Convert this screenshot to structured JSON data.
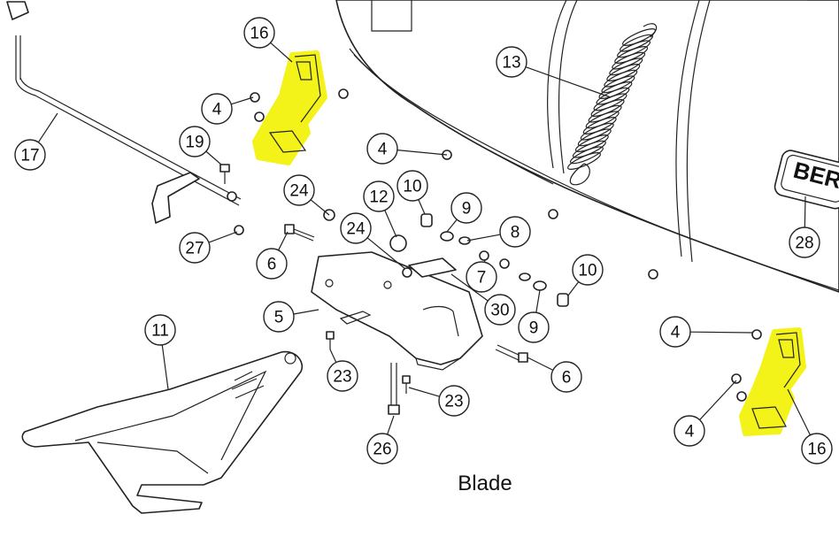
{
  "caption": "Blade",
  "logo_text": "BER",
  "highlight_color": "#f3f31a",
  "callouts": [
    {
      "label": "16"
    },
    {
      "label": "4"
    },
    {
      "label": "17"
    },
    {
      "label": "19"
    },
    {
      "label": "4"
    },
    {
      "label": "13"
    },
    {
      "label": "24"
    },
    {
      "label": "12"
    },
    {
      "label": "10"
    },
    {
      "label": "9"
    },
    {
      "label": "24"
    },
    {
      "label": "8"
    },
    {
      "label": "27"
    },
    {
      "label": "6"
    },
    {
      "label": "7"
    },
    {
      "label": "10"
    },
    {
      "label": "28"
    },
    {
      "label": "5"
    },
    {
      "label": "30"
    },
    {
      "label": "9"
    },
    {
      "label": "11"
    },
    {
      "label": "4"
    },
    {
      "label": "23"
    },
    {
      "label": "6"
    },
    {
      "label": "23"
    },
    {
      "label": "4"
    },
    {
      "label": "26"
    },
    {
      "label": "16"
    }
  ]
}
